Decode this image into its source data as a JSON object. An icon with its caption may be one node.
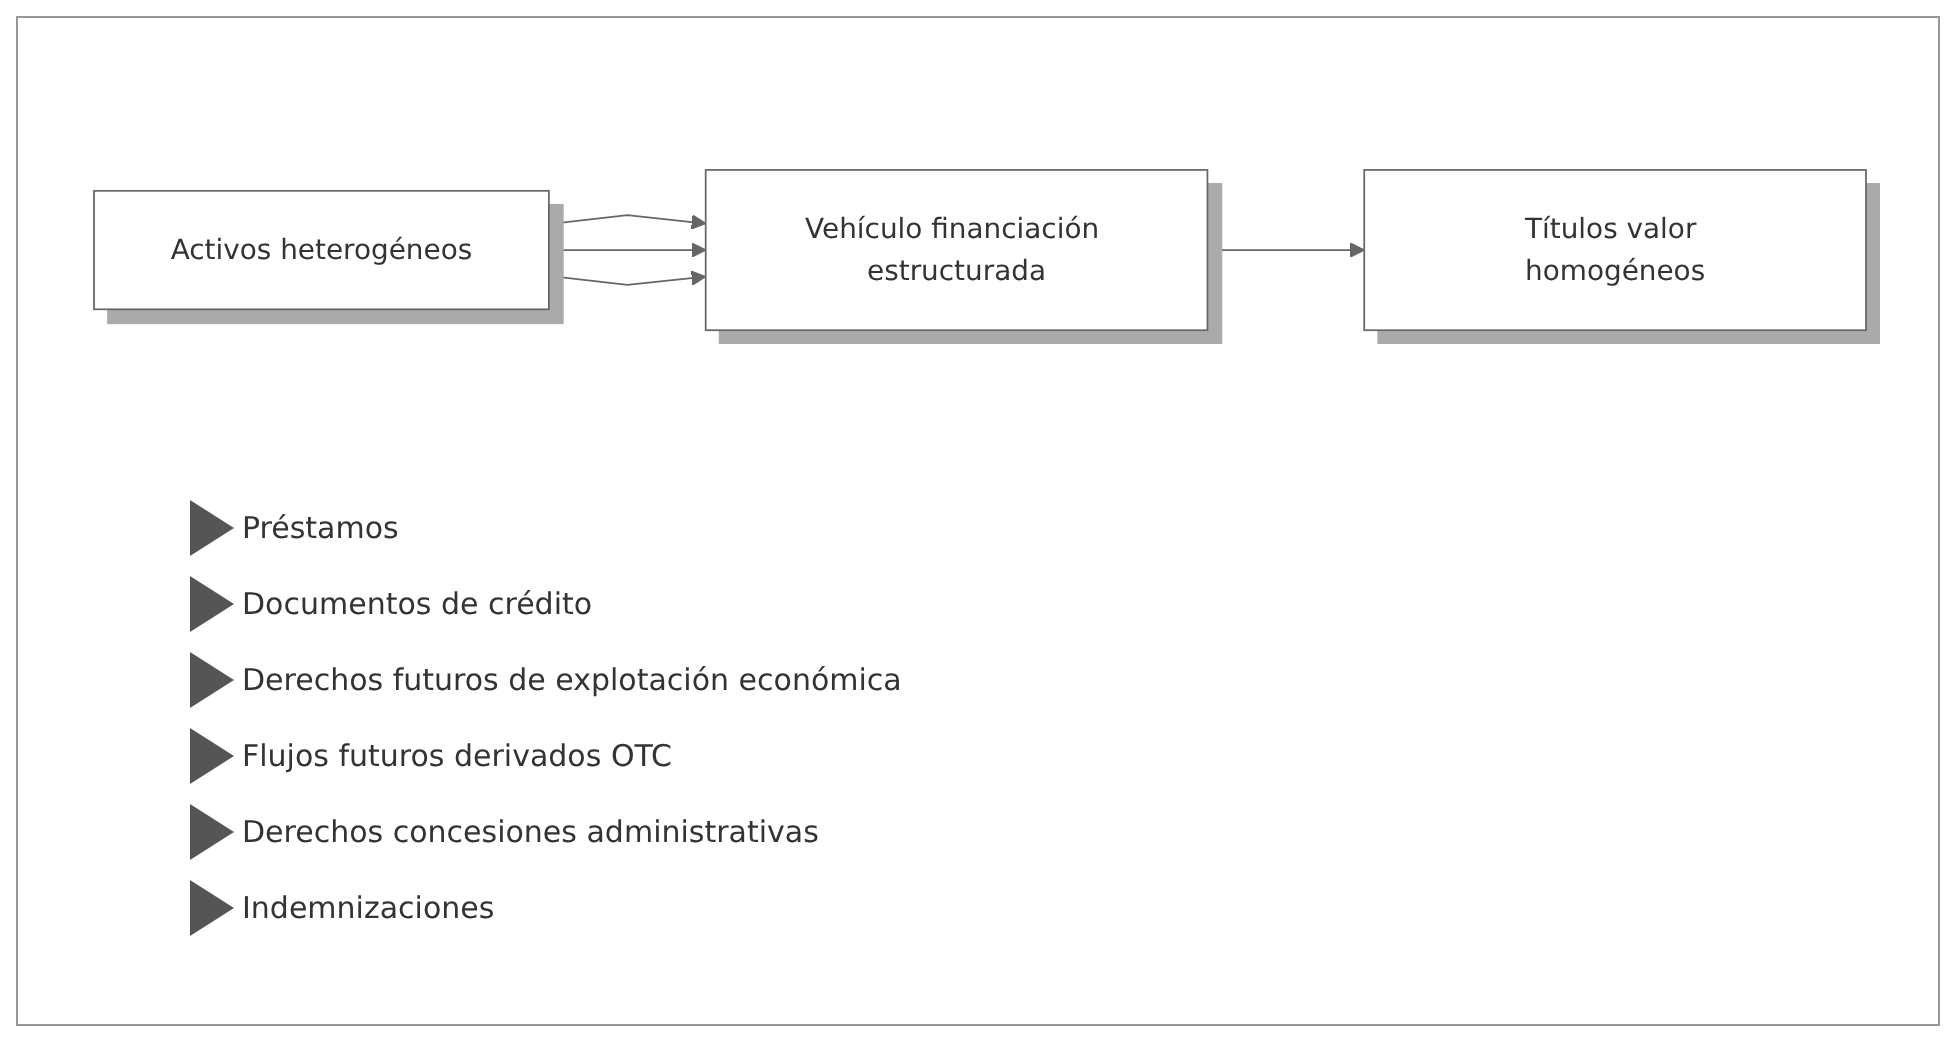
{
  "diagram": {
    "nodes": [
      {
        "text": [
          "Activos heterogéneos"
        ]
      },
      {
        "text": [
          "Vehículo financiación estructurada"
        ]
      },
      {
        "text": [
          "Títulos valor homogéneos"
        ]
      }
    ],
    "edges": [
      {
        "from": 0,
        "to": 1,
        "arrow": "to"
      },
      {
        "from": 0,
        "to": 1,
        "arrow": "to"
      },
      {
        "from": 0,
        "to": 1,
        "arrow": "to"
      },
      {
        "from": 1,
        "to": 2,
        "arrow": "to"
      }
    ],
    "labels": [
      "Préstamos",
      "Documentos de crédito",
      "Derechos futuros de explotación económica",
      "Flujos futuros derivados OTC",
      "Derechos concesiones administrativas",
      "Indemnizaciones"
    ]
  }
}
